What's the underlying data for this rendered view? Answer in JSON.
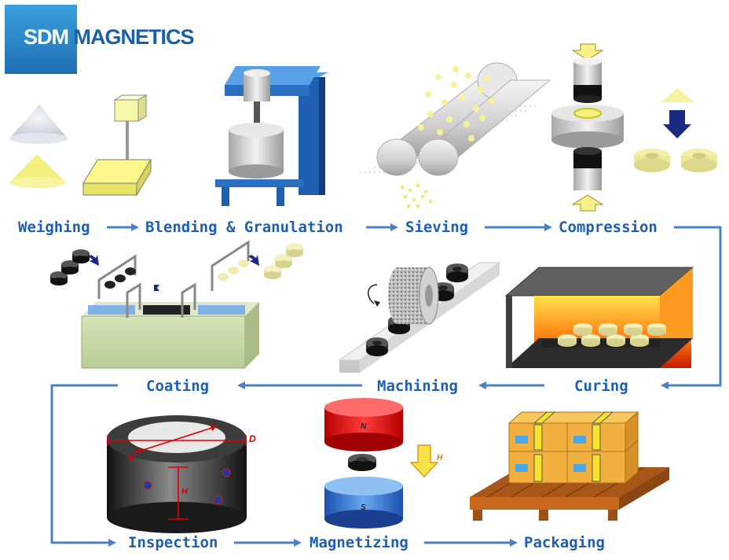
{
  "logo": {
    "part1": "SDM",
    "part2": " MAGNETICS"
  },
  "steps": {
    "weighing": "Weighing",
    "blending": "Blending & Granulation",
    "sieving": "Sieving",
    "compression": "Compression",
    "curing": "Curing",
    "machining": "Machining",
    "coating": "Coating",
    "inspection": "Inspection",
    "magnetizing": "Magnetizing",
    "packaging": "Packaging"
  },
  "magnet_labels": {
    "north": "N",
    "south": "S",
    "field": "H"
  },
  "inspection_labels": {
    "outer_diameter": "D",
    "inner_diameter": "d",
    "height": "H"
  },
  "colors": {
    "label_blue": "#1f5fb0",
    "arrow_blue": "#4a80c4",
    "brand_blue": "#1e6fb3"
  }
}
